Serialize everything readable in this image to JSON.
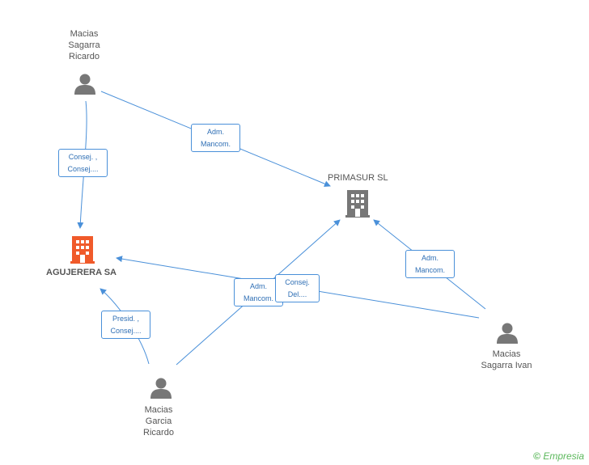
{
  "people": {
    "ricardo_top": {
      "name": "Macias\nSagarra\nRicardo"
    },
    "ivan": {
      "name": "Macias\nSagarra Ivan"
    },
    "ricardo_bottom": {
      "name": "Macias\nGarcia\nRicardo"
    }
  },
  "companies": {
    "agujerera": {
      "name": "AGUJERERA SA"
    },
    "primasur": {
      "name": "PRIMASUR SL"
    }
  },
  "edges": {
    "e1": {
      "label": "Consej. ,\nConsej...."
    },
    "e2": {
      "label": "Adm.\nMancom."
    },
    "e3": {
      "label": "Adm.\nMancom."
    },
    "e4": {
      "label": "Adm.\nMancom."
    },
    "e5": {
      "label": "Consej.\nDel...."
    },
    "e6": {
      "label": "Presid. ,\nConsej...."
    }
  },
  "footer": {
    "copyright": "©",
    "brand": "Empresia"
  },
  "colors": {
    "edge": "#4a90d9",
    "person": "#777777",
    "company_main": "#f05a2a",
    "company": "#777777"
  }
}
